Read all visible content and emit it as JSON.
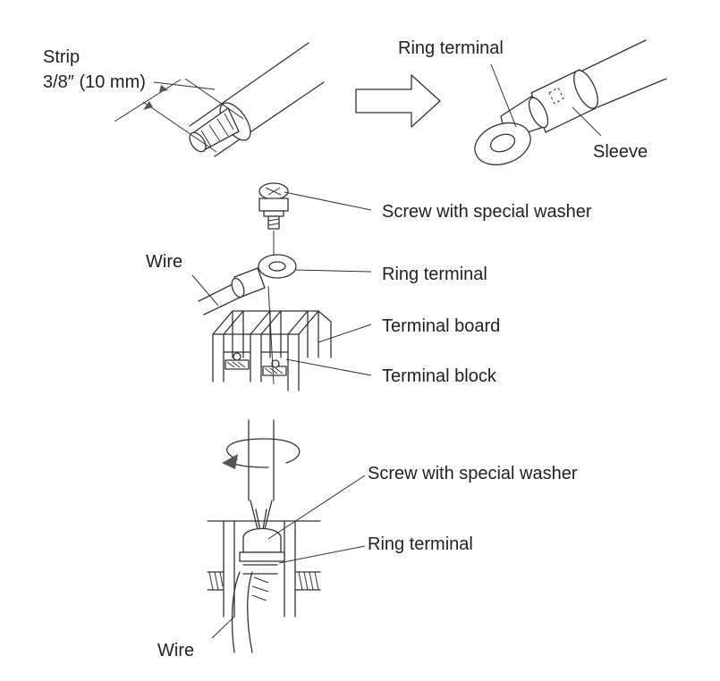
{
  "step1": {
    "strip_label": "Strip",
    "strip_length": "3/8″ (10 mm)",
    "ring_terminal_label": "Ring terminal",
    "sleeve_label": "Sleeve"
  },
  "step2": {
    "screw_label": "Screw with special washer",
    "ring_terminal_label": "Ring terminal",
    "wire_label": "Wire",
    "terminal_board_label": "Terminal board",
    "terminal_block_label": "Terminal block"
  },
  "step3": {
    "screw_label": "Screw with special washer",
    "ring_terminal_label": "Ring terminal",
    "wire_label": "Wire"
  }
}
